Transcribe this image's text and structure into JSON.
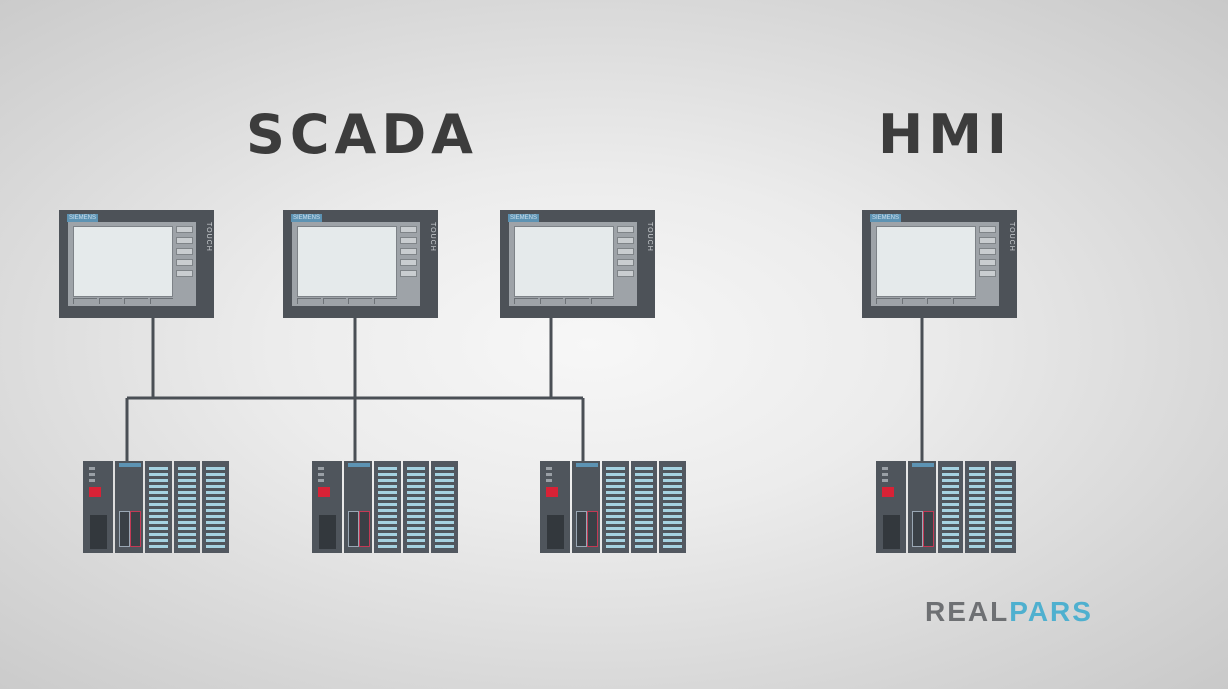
{
  "headings": {
    "scada": "SCADA",
    "hmi": "HMI"
  },
  "panels": [
    {
      "brand": "SIEMENS",
      "label": "TOUCH"
    },
    {
      "brand": "SIEMENS",
      "label": "TOUCH"
    },
    {
      "brand": "SIEMENS",
      "label": "TOUCH"
    },
    {
      "brand": "SIEMENS",
      "label": "TOUCH"
    }
  ],
  "logo": {
    "part1": "REAL",
    "part2": "PARS"
  },
  "colors": {
    "heading": "#3c3c3c",
    "logo_grey": "#6e7073",
    "logo_blue": "#4fb0cf",
    "device": "#4d5258",
    "wire": "#4a4f55"
  }
}
